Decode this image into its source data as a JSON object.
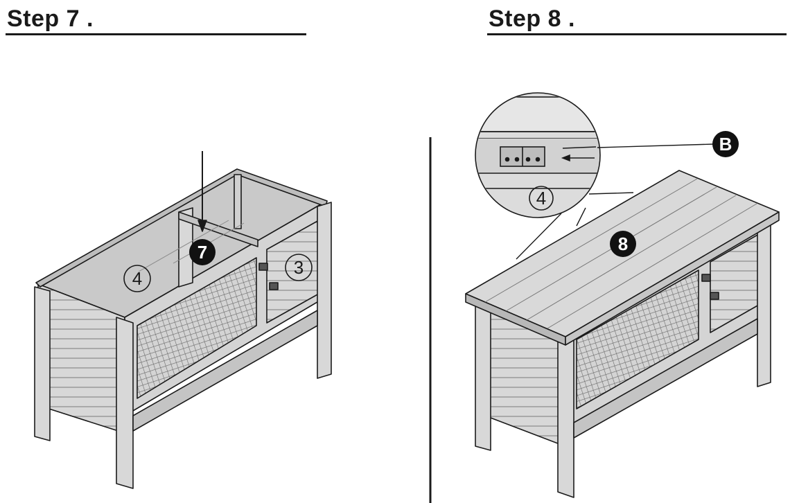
{
  "step7": {
    "title": "Step 7 .",
    "callout_new_part": "7",
    "callout_left_panel": "4",
    "callout_right_panel": "3"
  },
  "step8": {
    "title": "Step 8 .",
    "callout_roof": "8",
    "callout_hardware": "B",
    "callout_detail_panel": "4"
  },
  "colors": {
    "line": "#1a1a1a",
    "wood_light": "#d6d6d6",
    "wood_mid": "#bdbdbd",
    "wood_dark": "#9a9a9a",
    "mesh": "#6a6a6a",
    "badge": "#111111"
  }
}
